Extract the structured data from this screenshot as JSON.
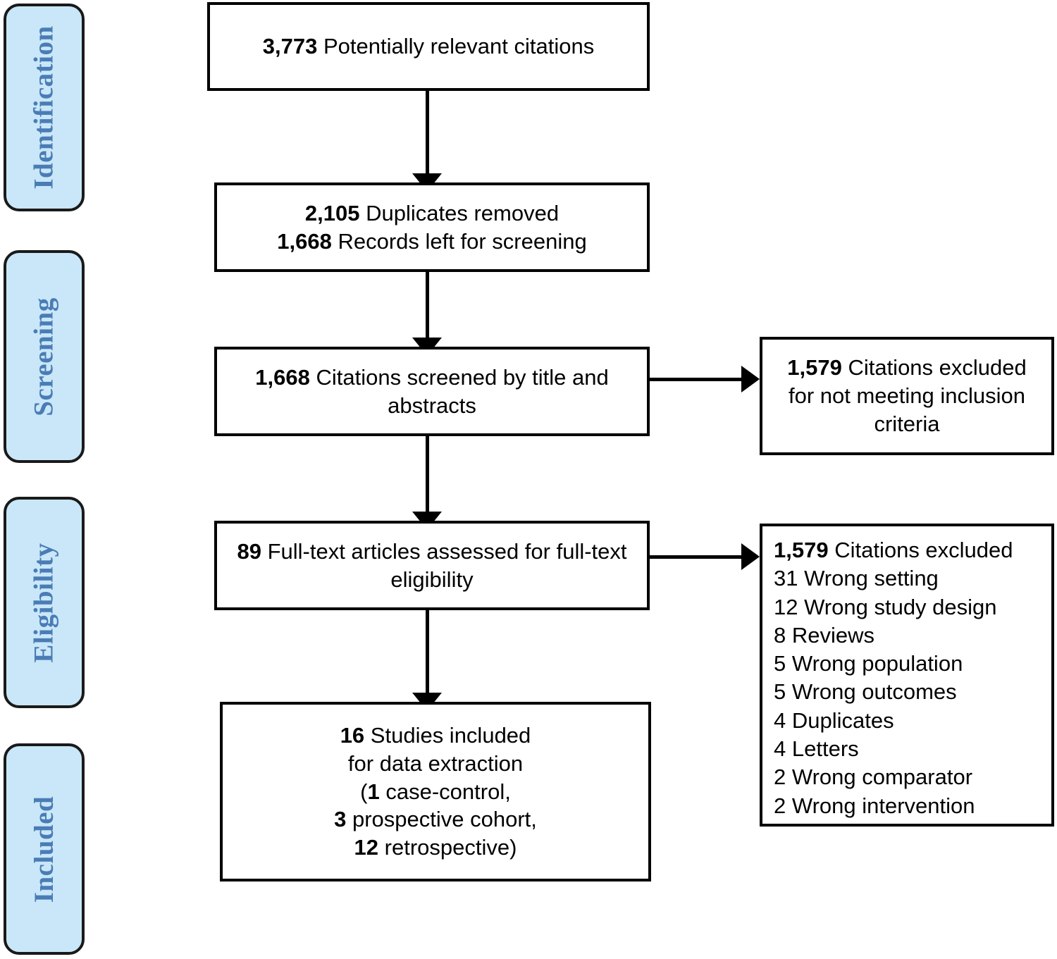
{
  "diagram": {
    "title": "PRISMA study selection flow diagram",
    "colors": {
      "stage_fill": "#c9e7f8",
      "stage_text": "#4a7cb5",
      "stage_border": "#1a1a1a",
      "box_border": "#000000",
      "box_fill": "#ffffff",
      "connector": "#000000"
    }
  },
  "stages": [
    {
      "id": "identification",
      "label": "Identification"
    },
    {
      "id": "screening",
      "label": "Screening"
    },
    {
      "id": "eligibility",
      "label": "Eligibility"
    },
    {
      "id": "included",
      "label": "Included"
    }
  ],
  "boxes": {
    "citations": {
      "count": "3,773",
      "text": "Potentially relevant citations"
    },
    "duplicates": {
      "line1_count": "2,105",
      "line1_text": "Duplicates removed",
      "line2_count": "1,668",
      "line2_text": "Records left for screening"
    },
    "screened": {
      "count": "1,668",
      "text": "Citations screened by title and abstracts"
    },
    "excluded_screening": {
      "count": "1,579",
      "text": "Citations excluded for not meeting inclusion criteria"
    },
    "fulltext": {
      "count": "89",
      "text": "Full-text articles assessed for full-text eligibility"
    },
    "excluded_eligibility": {
      "header_count": "1,579",
      "header_text": "Citations excluded",
      "reasons": [
        {
          "count": "31",
          "label": "Wrong setting"
        },
        {
          "count": "12",
          "label": "Wrong study design"
        },
        {
          "count": "8",
          "label": "Reviews"
        },
        {
          "count": "5",
          "label": "Wrong population"
        },
        {
          "count": "5",
          "label": "Wrong outcomes"
        },
        {
          "count": "4",
          "label": "Duplicates"
        },
        {
          "count": "4",
          "label": "Letters"
        },
        {
          "count": "2",
          "label": "Wrong comparator"
        },
        {
          "count": "2",
          "label": "Wrong intervention"
        }
      ]
    },
    "included": {
      "count": "16",
      "line1": "Studies included",
      "line2": "for data extraction",
      "breakdown": [
        {
          "prefix": "(",
          "count": "1",
          "label": " case-control,"
        },
        {
          "prefix": "",
          "count": "3",
          "label": " prospective cohort,"
        },
        {
          "prefix": "",
          "count": "12",
          "label": " retrospective)"
        }
      ]
    }
  }
}
